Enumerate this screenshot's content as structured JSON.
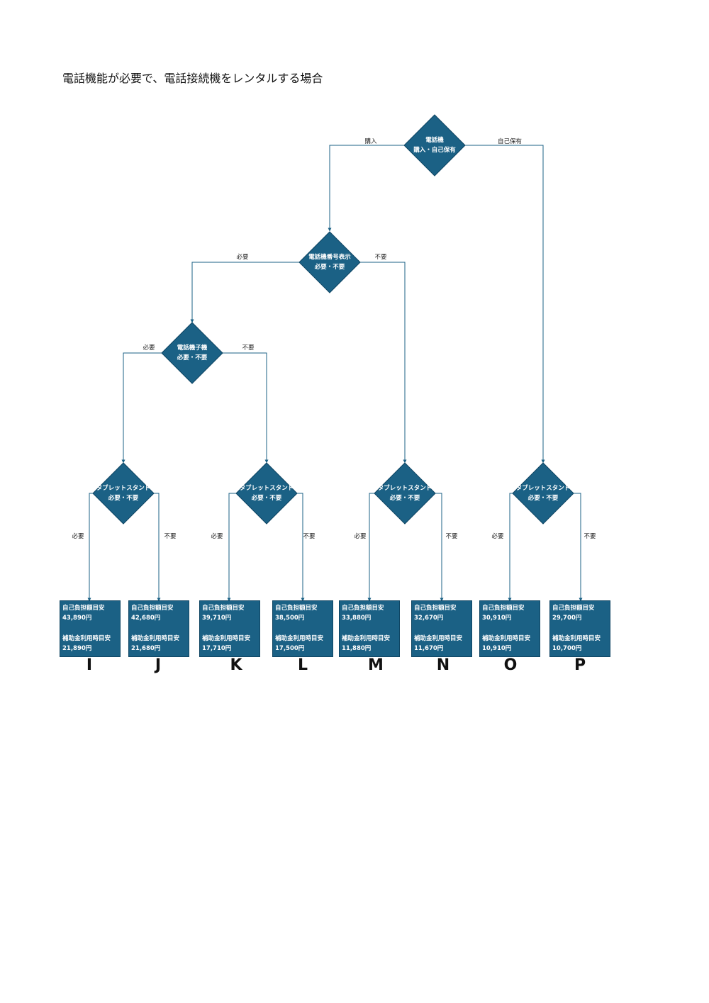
{
  "title": "電話機能が必要で、電話接続機をレンタルする場合",
  "colors": {
    "node_fill": "#1b6185",
    "line": "#1b6185"
  },
  "decisions": {
    "phone": {
      "line1": "電話機",
      "line2": "購入・自己保有"
    },
    "caller_id": {
      "line1": "電話機番号表示",
      "line2": "必要・不要"
    },
    "handset": {
      "line1": "電話機子機",
      "line2": "必要・不要"
    },
    "tablet_1": {
      "line1": "タブレットスタンド",
      "line2": "必要・不要"
    },
    "tablet_2": {
      "line1": "タブレットスタンド",
      "line2": "必要・不要"
    },
    "tablet_3": {
      "line1": "タブレットスタンド",
      "line2": "必要・不要"
    },
    "tablet_4": {
      "line1": "タブレットスタンド",
      "line2": "必要・不要"
    }
  },
  "edges": {
    "purchase": "購入",
    "own": "自己保有",
    "needed": "必要",
    "not_needed": "不要"
  },
  "results": [
    {
      "letter": "I",
      "cost_label": "自己負担額目安",
      "cost": "43,890円",
      "subsidy_label": "補助金利用時目安",
      "subsidy_cost": "21,890円"
    },
    {
      "letter": "J",
      "cost_label": "自己負担額目安",
      "cost": "42,680円",
      "subsidy_label": "補助金利用時目安",
      "subsidy_cost": "21,680円"
    },
    {
      "letter": "K",
      "cost_label": "自己負担額目安",
      "cost": "39,710円",
      "subsidy_label": "補助金利用時目安",
      "subsidy_cost": "17,710円"
    },
    {
      "letter": "L",
      "cost_label": "自己負担額目安",
      "cost": "38,500円",
      "subsidy_label": "補助金利用時目安",
      "subsidy_cost": "17,500円"
    },
    {
      "letter": "M",
      "cost_label": "自己負担額目安",
      "cost": "33,880円",
      "subsidy_label": "補助金利用時目安",
      "subsidy_cost": "11,880円"
    },
    {
      "letter": "N",
      "cost_label": "自己負担額目安",
      "cost": "32,670円",
      "subsidy_label": "補助金利用時目安",
      "subsidy_cost": "11,670円"
    },
    {
      "letter": "O",
      "cost_label": "自己負担額目安",
      "cost": "30,910円",
      "subsidy_label": "補助金利用時目安",
      "subsidy_cost": "10,910円"
    },
    {
      "letter": "P",
      "cost_label": "自己負担額目安",
      "cost": "29,700円",
      "subsidy_label": "補助金利用時目安",
      "subsidy_cost": "10,700円"
    }
  ]
}
